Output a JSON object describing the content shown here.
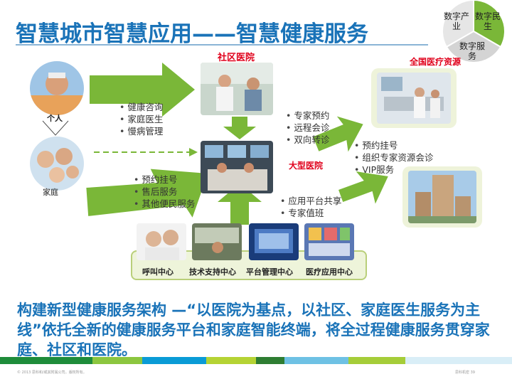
{
  "title": "智慧城市智慧应用——智慧健康服务",
  "pie": {
    "segments": [
      {
        "label": "数字产业",
        "color": "#e8e8e8"
      },
      {
        "label": "数字民生",
        "color": "#7ab738"
      },
      {
        "label": "数字服务",
        "color": "#d6d6d6"
      }
    ]
  },
  "labels": {
    "community_hospital": "社区医院",
    "national_resources": "全国医疗资源",
    "large_hospital": "大型医院",
    "individual": "个人",
    "family": "家庭"
  },
  "lists": {
    "individual_services": [
      "健康咨询",
      "家庭医生",
      "慢病管理"
    ],
    "family_services": [
      "预约挂号",
      "售后服务",
      "其他便民服务"
    ],
    "community_services": [
      "专家预约",
      "远程会诊",
      "双向转诊"
    ],
    "national_services": [
      "预约挂号",
      "组织专家资源会诊",
      "VIP服务"
    ],
    "platform_services": [
      "应用平台共享",
      "专家值班"
    ]
  },
  "centers": [
    "呼叫中心",
    "技术支持中心",
    "平台管理中心",
    "医疗应用中心"
  ],
  "bottom_text": "构建新型健康服务架构   —“以医院为基点，以社区、家庭医生服务为主线”依托全新的健康服务平台和家庭智能终端，将全过程健康服务贯穿家庭、社区和医院。",
  "colors": {
    "title": "#1a73b8",
    "accent_red": "#e0001b",
    "arrow_green": "#7ab738"
  },
  "footer_left": "© 2013 思科和/或其附属公司。版权所有。",
  "footer_right": "思科机密   39"
}
